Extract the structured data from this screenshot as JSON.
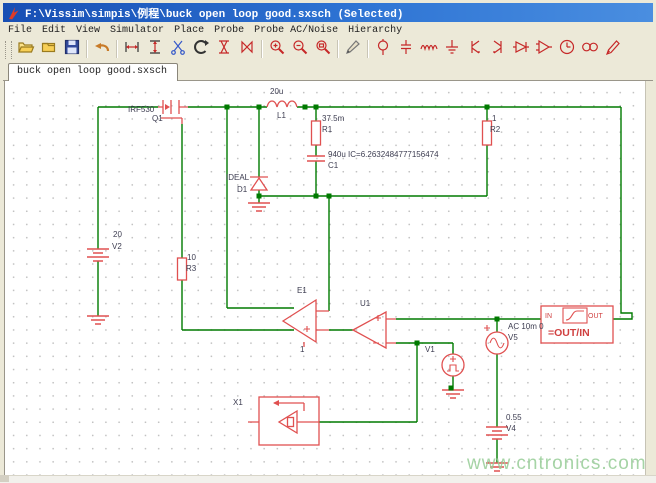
{
  "window": {
    "title": "F:\\Vissim\\simpis\\例程\\buck open loop good.sxsch (Selected)"
  },
  "menu": {
    "items": [
      "File",
      "Edit",
      "View",
      "Simulator",
      "Place",
      "Probe",
      "Probe AC/Noise",
      "Hierarchy"
    ]
  },
  "toolbar": {
    "items": [
      {
        "name": "open",
        "icon": "folder-open-icon"
      },
      {
        "name": "new-schematic",
        "icon": "folder-new-icon"
      },
      {
        "name": "save",
        "icon": "floppy-icon"
      },
      {
        "name": "sep"
      },
      {
        "name": "undo",
        "icon": "undo-arrow-icon"
      },
      {
        "name": "sep"
      },
      {
        "name": "mirror-horizontal",
        "icon": "mirror-horizontal-icon"
      },
      {
        "name": "mirror-vertical",
        "icon": "mirror-vertical-icon"
      },
      {
        "name": "cut",
        "icon": "scissors-icon"
      },
      {
        "name": "rotate",
        "icon": "rotate-icon"
      },
      {
        "name": "flip-horizontal",
        "icon": "flip-horizontal-icon"
      },
      {
        "name": "flip-vertical",
        "icon": "flip-vertical-icon"
      },
      {
        "name": "sep"
      },
      {
        "name": "zoom-in",
        "icon": "zoom-in-icon"
      },
      {
        "name": "zoom-out",
        "icon": "zoom-out-icon"
      },
      {
        "name": "zoom-area",
        "icon": "zoom-area-icon"
      },
      {
        "name": "sep"
      },
      {
        "name": "wire",
        "icon": "pencil-icon"
      },
      {
        "name": "sep"
      },
      {
        "name": "voltage-source",
        "icon": "source-icon"
      },
      {
        "name": "capacitor",
        "icon": "capacitor-icon"
      },
      {
        "name": "inductor",
        "icon": "inductor-icon"
      },
      {
        "name": "ground",
        "icon": "ground-icon"
      },
      {
        "name": "npn-transistor",
        "icon": "npn-icon"
      },
      {
        "name": "pnp-transistor",
        "icon": "pnp-icon"
      },
      {
        "name": "diode",
        "icon": "diode-icon"
      },
      {
        "name": "opamp",
        "icon": "opamp-icon"
      },
      {
        "name": "clock-source",
        "icon": "clock-icon"
      },
      {
        "name": "ac-source",
        "icon": "ac-icon"
      },
      {
        "name": "probe",
        "icon": "probe-pencil-icon"
      }
    ]
  },
  "tab": {
    "label": "buck open loop good.sxsch"
  },
  "schematic": {
    "components": {
      "q1": {
        "ref": "Q1",
        "type": "IRF530"
      },
      "l1": {
        "ref": "L1",
        "value": "20u"
      },
      "r1": {
        "ref": "R1",
        "value": "37.5m"
      },
      "c1": {
        "ref": "C1",
        "value": "940u IC=6.2632484777156474"
      },
      "r2": {
        "ref": "R2",
        "value": "1"
      },
      "d1": {
        "ref": "D1",
        "type": "IDEAL"
      },
      "v2": {
        "ref": "V2",
        "value": "20"
      },
      "r3": {
        "ref": "R3",
        "value": "10"
      },
      "e1": {
        "ref": "E1",
        "gain": "1"
      },
      "u1": {
        "ref": "U1"
      },
      "v1": {
        "ref": "V1"
      },
      "v5": {
        "ref": "V5",
        "value": "AC 10m 0"
      },
      "x1": {
        "ref": "X1"
      },
      "v4": {
        "ref": "V4",
        "value": "0.55"
      },
      "xfer": {
        "in": "IN",
        "out": "OUT",
        "formula": "=OUT/IN"
      }
    },
    "colors": {
      "wire": "#007A00",
      "component": "#E05050",
      "label": "#3C3C50",
      "red_label": "#D04040"
    }
  },
  "watermark": {
    "text": "www.cntronics.com",
    "color": "#97CD97"
  }
}
